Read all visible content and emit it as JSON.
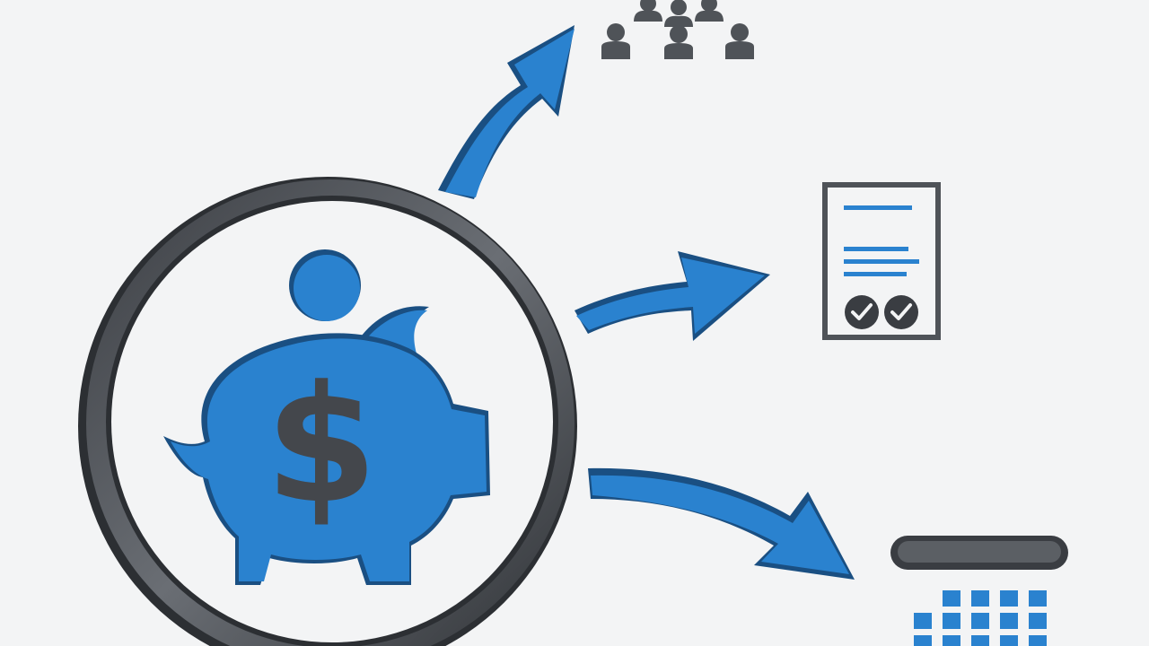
{
  "illustration": {
    "center_symbol": "$",
    "center_icon": "piggy-bank-icon",
    "frame_icon": "magnifying-glass-ring",
    "outputs": [
      {
        "icon": "team-hierarchy-icon",
        "target": "people"
      },
      {
        "icon": "approved-document-icon",
        "target": "document"
      },
      {
        "icon": "calendar-icon",
        "target": "calendar"
      }
    ]
  },
  "colors": {
    "background": "#f3f4f5",
    "accent_blue": "#2a82cf",
    "dark_blue": "#1a4f82",
    "ring_gray": "#5b5f64",
    "ring_dark": "#2c2f33",
    "icon_gray": "#4f5358"
  }
}
